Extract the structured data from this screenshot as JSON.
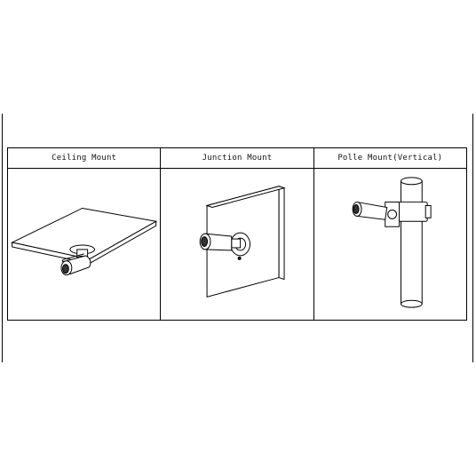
{
  "panels": [
    {
      "label": "Ceiling Mount"
    },
    {
      "label": "Junction Mount"
    },
    {
      "label": "Polle Mount(Vertical)"
    }
  ],
  "line_color": "#000000",
  "background": "#ffffff"
}
